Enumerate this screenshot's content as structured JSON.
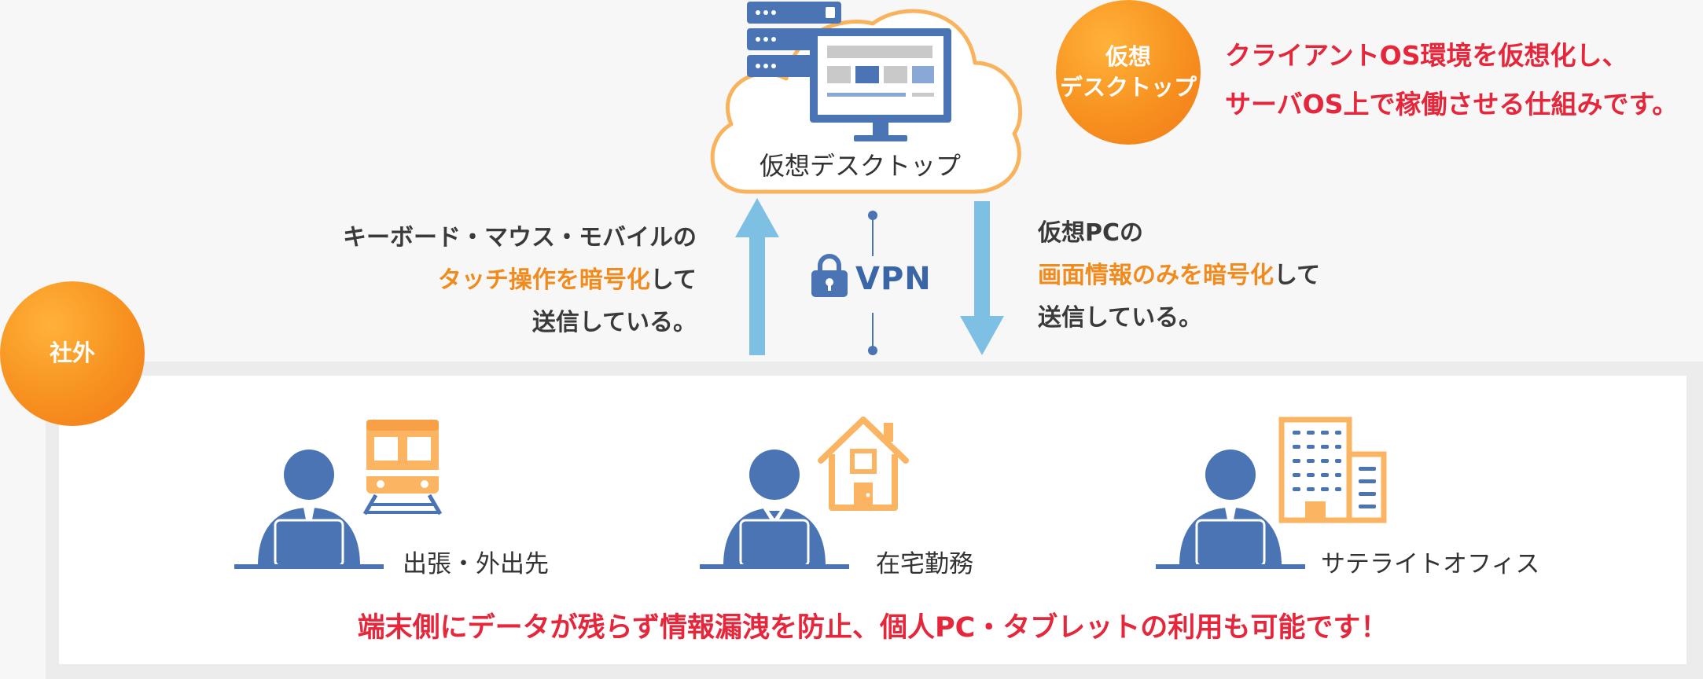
{
  "colors": {
    "accent_orange": "#f7911f",
    "cloud_stroke": "#f8b35c",
    "icon_blue": "#4a74b3",
    "arrow_blue": "#7dc0e4",
    "red": "#e5263b",
    "orange_text": "#f28b1e"
  },
  "virtual_desktop_badge": {
    "line1": "仮想",
    "line2": "デスクトップ"
  },
  "virtual_desktop_description": {
    "line1": "クライアントOS環境を仮想化し、",
    "line2": "サーバOS上で稼働させる仕組みです。"
  },
  "cloud": {
    "label": "仮想デスクトップ",
    "server_icon": "server-icon",
    "monitor_icon": "monitor-icon"
  },
  "upload_description": {
    "line1": "キーボード・マウス・モバイルの",
    "line2_highlight": "タッチ操作を暗号化",
    "line2_rest": "して",
    "line3": "送信している。"
  },
  "download_description": {
    "line1": "仮想PCの",
    "line2_highlight": "画面情報のみを暗号化",
    "line2_rest": "して",
    "line3": "送信している。"
  },
  "vpn": {
    "label": "VPN",
    "icon": "lock-icon"
  },
  "outside_badge": {
    "label": "社外"
  },
  "locations": [
    {
      "label": "出張・外出先",
      "icon": "train-icon"
    },
    {
      "label": "在宅勤務",
      "icon": "house-icon"
    },
    {
      "label": "サテライトオフィス",
      "icon": "building-icon"
    }
  ],
  "bottom_message": "端末側にデータが残らず情報漏洩を防止、個人PC・タブレットの利用も可能です！"
}
